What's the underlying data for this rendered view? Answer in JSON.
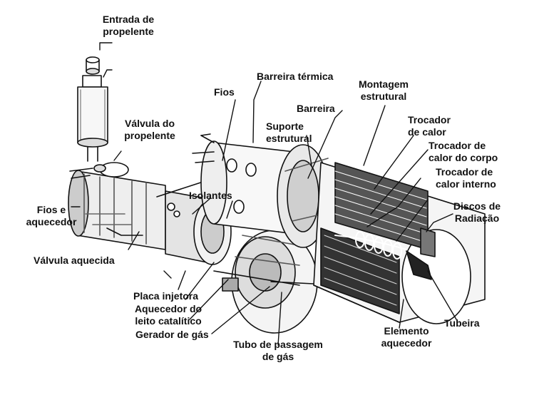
{
  "labels": {
    "propellant_inlet": [
      "Entrada de",
      "propelente"
    ],
    "wires_top": "Fios",
    "thermal_barrier": "Barreira térmica",
    "structural_mount": [
      "Montagem",
      "estrutural"
    ],
    "barrier": "Barreira",
    "structural_support": [
      "Suporte",
      "estrutural"
    ],
    "heat_exchanger": [
      "Trocador",
      "de calor"
    ],
    "body_heat_exchanger": [
      "Trocador de",
      "calor do corpo"
    ],
    "internal_heat_exchanger": [
      "Trocador de",
      "calor interno"
    ],
    "propellant_valve": [
      "Válvula do",
      "propelente"
    ],
    "insulators": "Isolantes",
    "radiation_disks": [
      "Discos de",
      "Radiação"
    ],
    "wires_heater": [
      "Fios e",
      "aquecedor"
    ],
    "heated_valve": "Válvula aquecida",
    "injector_plate": "Placa injetora",
    "catalytic_bed_heater": [
      "Aquecedor do",
      "leito catalítico"
    ],
    "gas_generator": "Gerador de gás",
    "gas_passage_tube": [
      "Tubo de passagem",
      "de gás"
    ],
    "heating_element": [
      "Elemento",
      "aquecedor"
    ],
    "nozzle": "Tubeira"
  }
}
